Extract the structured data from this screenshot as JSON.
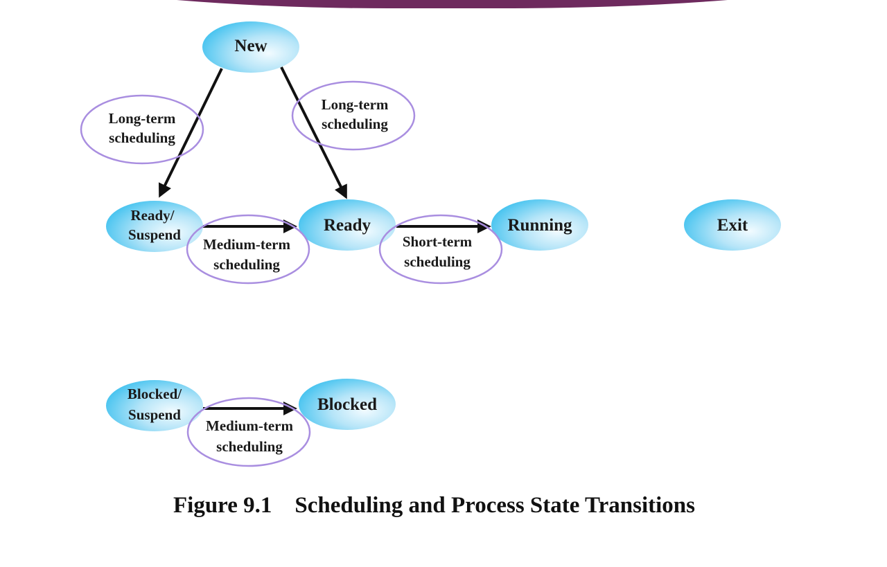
{
  "header_band": {
    "color": "#6e2a5e"
  },
  "nodes": {
    "new": "New",
    "ready_suspend": [
      "Ready/",
      "Suspend"
    ],
    "ready": "Ready",
    "running": "Running",
    "exit": "Exit",
    "blocked_suspend": [
      "Blocked/",
      "Suspend"
    ],
    "blocked": "Blocked"
  },
  "labels": {
    "long_term_left": [
      "Long-term",
      "scheduling"
    ],
    "long_term_right": [
      "Long-term",
      "scheduling"
    ],
    "medium_term_ready": [
      "Medium-term",
      "scheduling"
    ],
    "short_term": [
      "Short-term",
      "scheduling"
    ],
    "medium_term_blocked": [
      "Medium-term",
      "scheduling"
    ]
  },
  "colors": {
    "node_center": "#f2fbff",
    "node_edge": "#3fc1ef",
    "ring": "#a98ee0",
    "arrow": "#111111"
  },
  "caption": {
    "figure": "Figure 9.1",
    "title": "Scheduling and Process State Transitions"
  }
}
